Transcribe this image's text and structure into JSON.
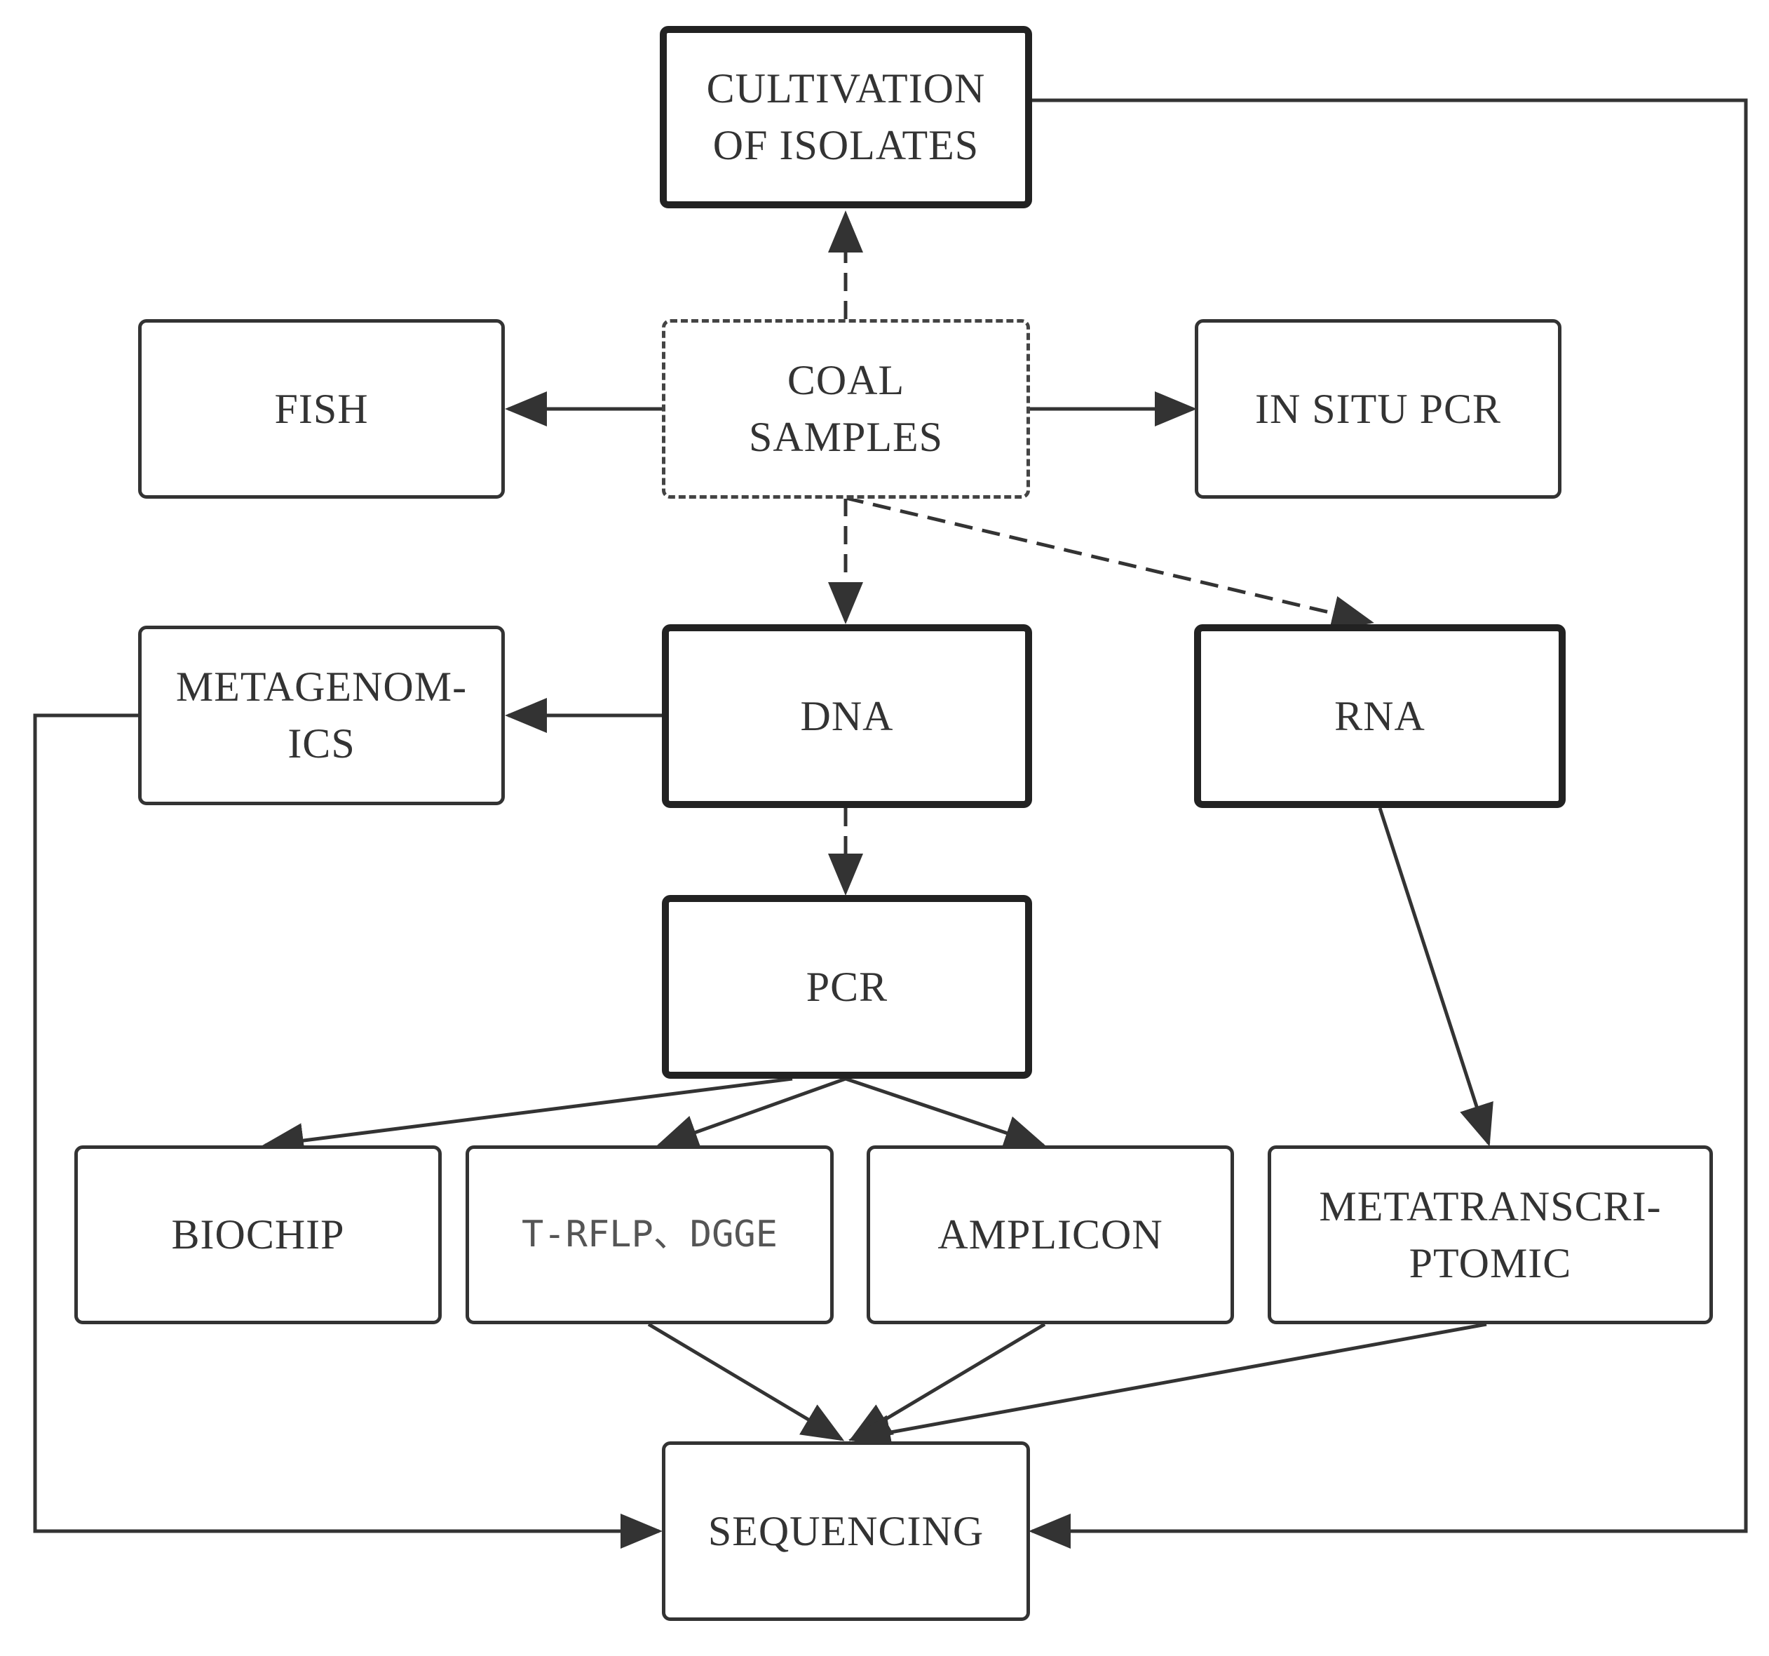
{
  "diagram": {
    "nodes": {
      "cultivation": {
        "line1": "CULTIVATION",
        "line2": "OF ISOLATES"
      },
      "fish": "FISH",
      "coal_samples": {
        "line1": "COAL",
        "line2": "SAMPLES"
      },
      "in_situ_pcr": "IN SITU PCR",
      "metagenomics": {
        "line1": "METAGENOM-",
        "line2": "ICS"
      },
      "dna": "DNA",
      "rna": "RNA",
      "pcr": "PCR",
      "biochip": "BIOCHIP",
      "trflp_dgge": "T-RFLP、DGGE",
      "amplicon": "AMPLICON",
      "metatranscriptomic": {
        "line1": "METATRANSCRI-",
        "line2": "PTOMIC"
      },
      "sequencing": "SEQUENCING"
    },
    "edges": [
      {
        "from": "COAL SAMPLES",
        "to": "CULTIVATION OF ISOLATES",
        "style": "dashed"
      },
      {
        "from": "COAL SAMPLES",
        "to": "FISH",
        "style": "solid"
      },
      {
        "from": "COAL SAMPLES",
        "to": "IN SITU PCR",
        "style": "solid"
      },
      {
        "from": "COAL SAMPLES",
        "to": "DNA",
        "style": "dashed"
      },
      {
        "from": "COAL SAMPLES",
        "to": "RNA",
        "style": "dashed"
      },
      {
        "from": "DNA",
        "to": "METAGENOMICS",
        "style": "solid"
      },
      {
        "from": "DNA",
        "to": "PCR",
        "style": "dashed"
      },
      {
        "from": "RNA",
        "to": "METATRANSCRIPTOMIC",
        "style": "solid"
      },
      {
        "from": "PCR",
        "to": "BIOCHIP",
        "style": "solid"
      },
      {
        "from": "PCR",
        "to": "T-RFLP、DGGE",
        "style": "solid"
      },
      {
        "from": "PCR",
        "to": "AMPLICON",
        "style": "solid"
      },
      {
        "from": "T-RFLP、DGGE",
        "to": "SEQUENCING",
        "style": "solid"
      },
      {
        "from": "AMPLICON",
        "to": "SEQUENCING",
        "style": "solid"
      },
      {
        "from": "METATRANSCRIPTOMIC",
        "to": "SEQUENCING",
        "style": "solid"
      },
      {
        "from": "METAGENOMICS",
        "to": "SEQUENCING",
        "style": "solid"
      },
      {
        "from": "CULTIVATION OF ISOLATES",
        "to": "SEQUENCING",
        "style": "solid"
      }
    ],
    "colors": {
      "line": "#333333",
      "thick_border": "#222222",
      "text": "#333333"
    }
  }
}
